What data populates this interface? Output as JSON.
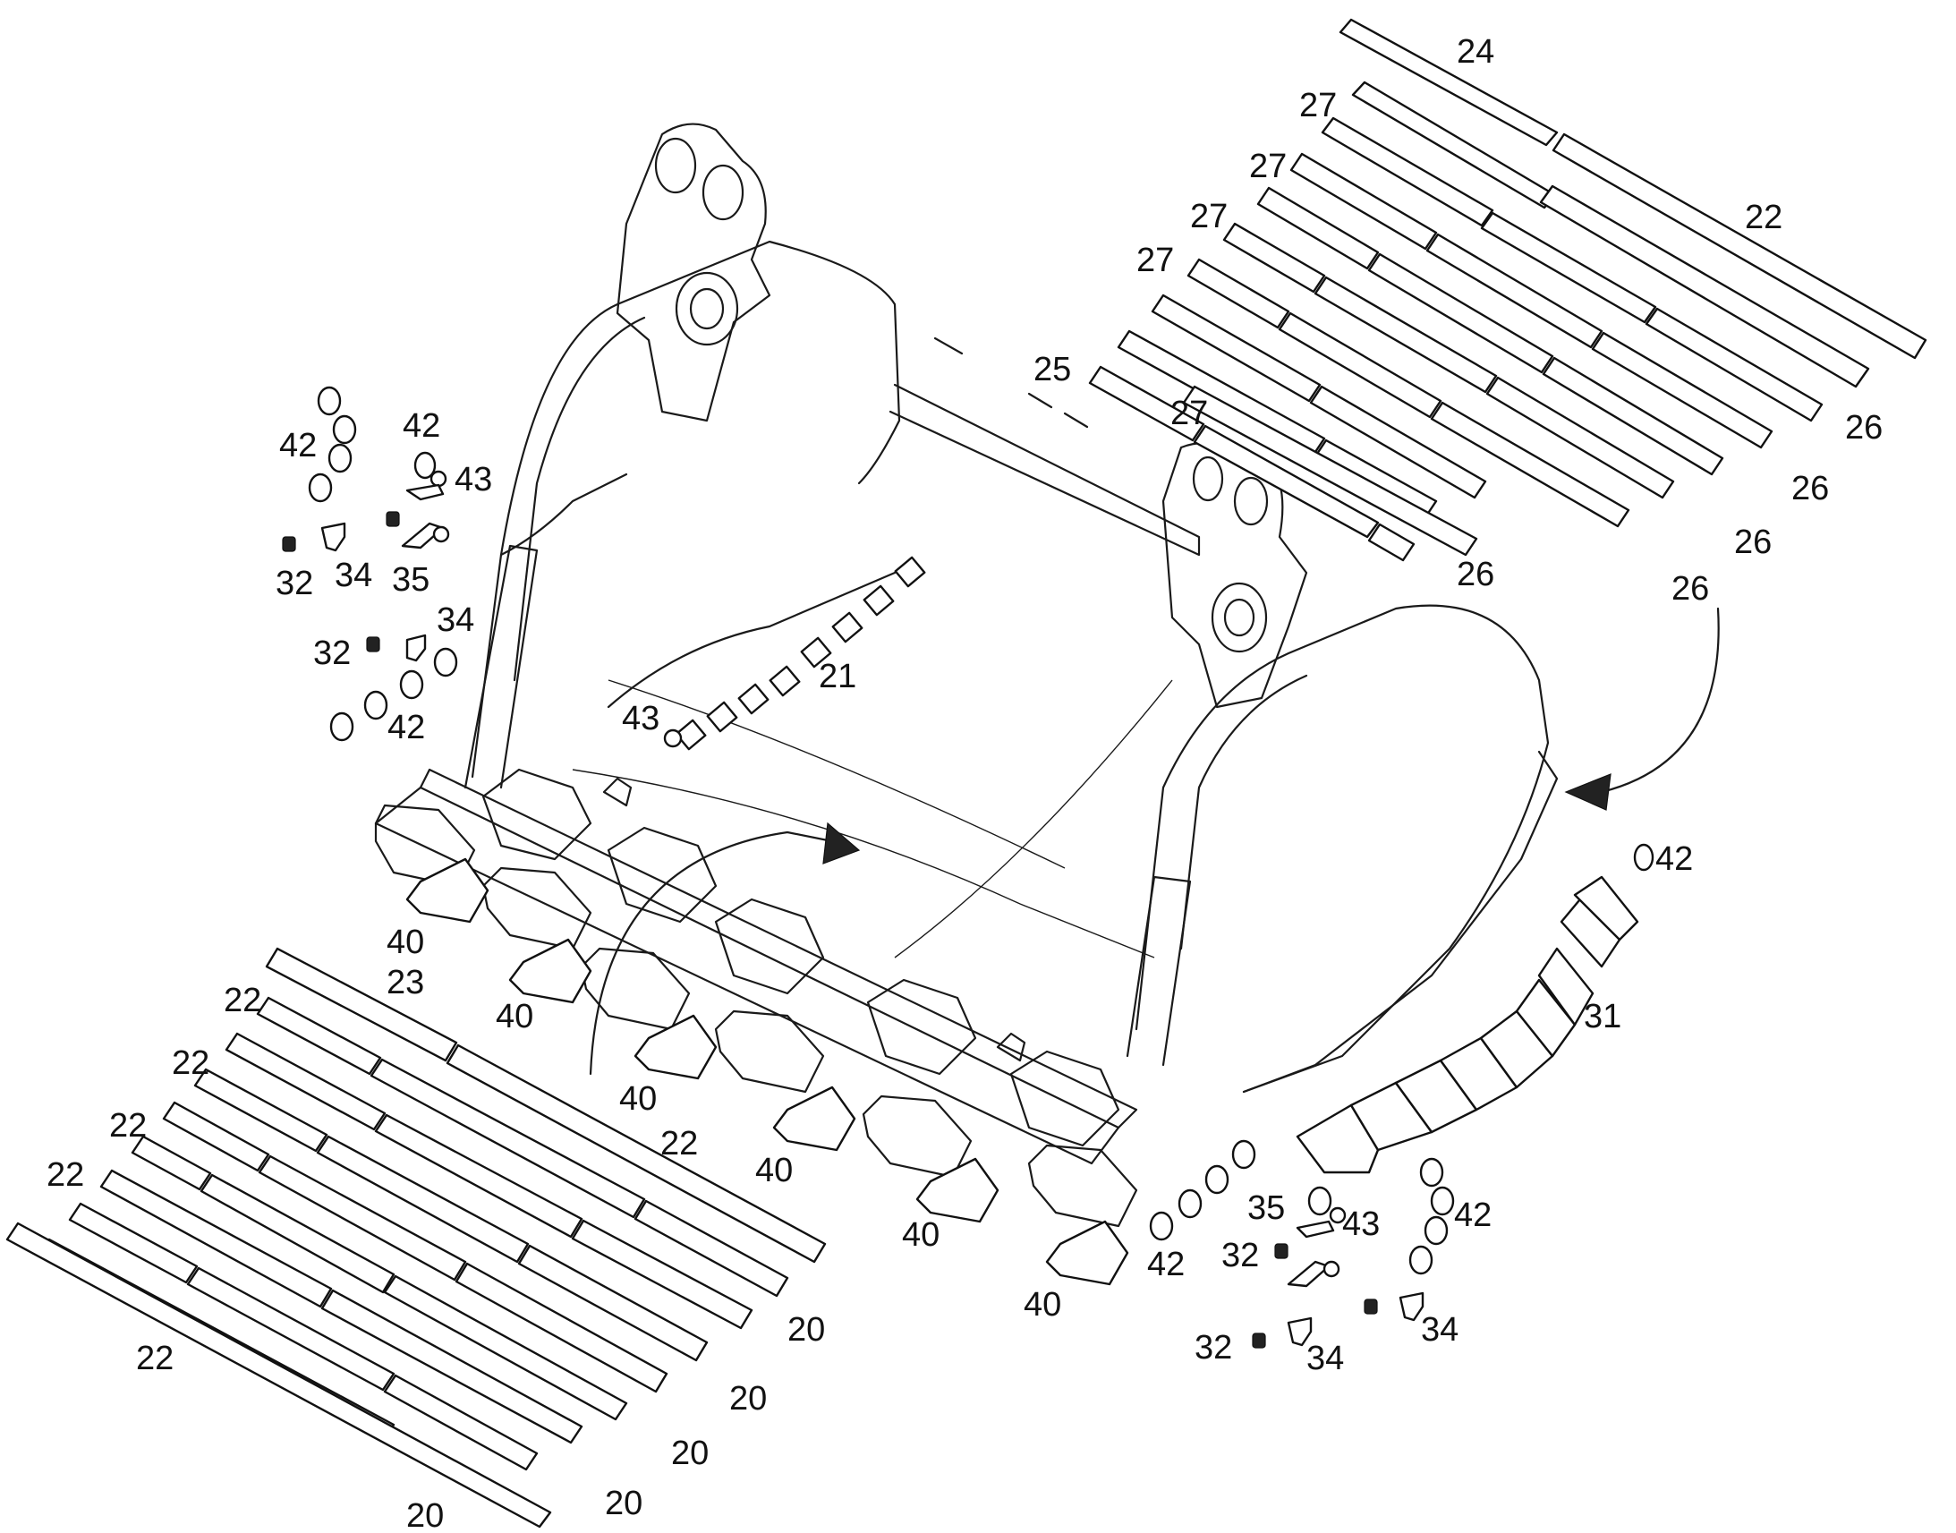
{
  "colors": {
    "line": "#1a1a1a",
    "background": "#ffffff"
  },
  "callouts": {
    "c24": "24",
    "c22_top": "22",
    "c27_a": "27",
    "c27_b": "27",
    "c27_c": "27",
    "c27_d": "27",
    "c27_e": "27",
    "c26_a": "26",
    "c26_b": "26",
    "c26_c": "26",
    "c26_d": "26",
    "c26_e": "26",
    "c25": "25",
    "c21": "21",
    "c43_mid": "43",
    "c42_ul_a": "42",
    "c42_ul_b": "42",
    "c43_ul": "43",
    "c32_ul_a": "32",
    "c34_ul_a": "34",
    "c35_ul": "35",
    "c32_ul_b": "32",
    "c34_ul_b": "34",
    "c42_ul_c": "42",
    "c40_a": "40",
    "c40_b": "40",
    "c40_c": "40",
    "c40_d": "40",
    "c40_e": "40",
    "c40_f": "40",
    "c23": "23",
    "c22_la": "22",
    "c22_lb": "22",
    "c22_lc": "22",
    "c22_ld": "22",
    "c22_mid": "22",
    "c22_bot": "22",
    "c20_a": "20",
    "c20_b": "20",
    "c20_c": "20",
    "c20_d": "20",
    "c20_e": "20",
    "c42_r": "42",
    "c31": "31",
    "c35_lr": "35",
    "c43_lr": "43",
    "c42_lr_a": "42",
    "c32_lr_a": "32",
    "c42_lr_b": "42",
    "c34_lr_a": "34",
    "c32_lr_b": "32",
    "c34_lr_b": "34"
  }
}
